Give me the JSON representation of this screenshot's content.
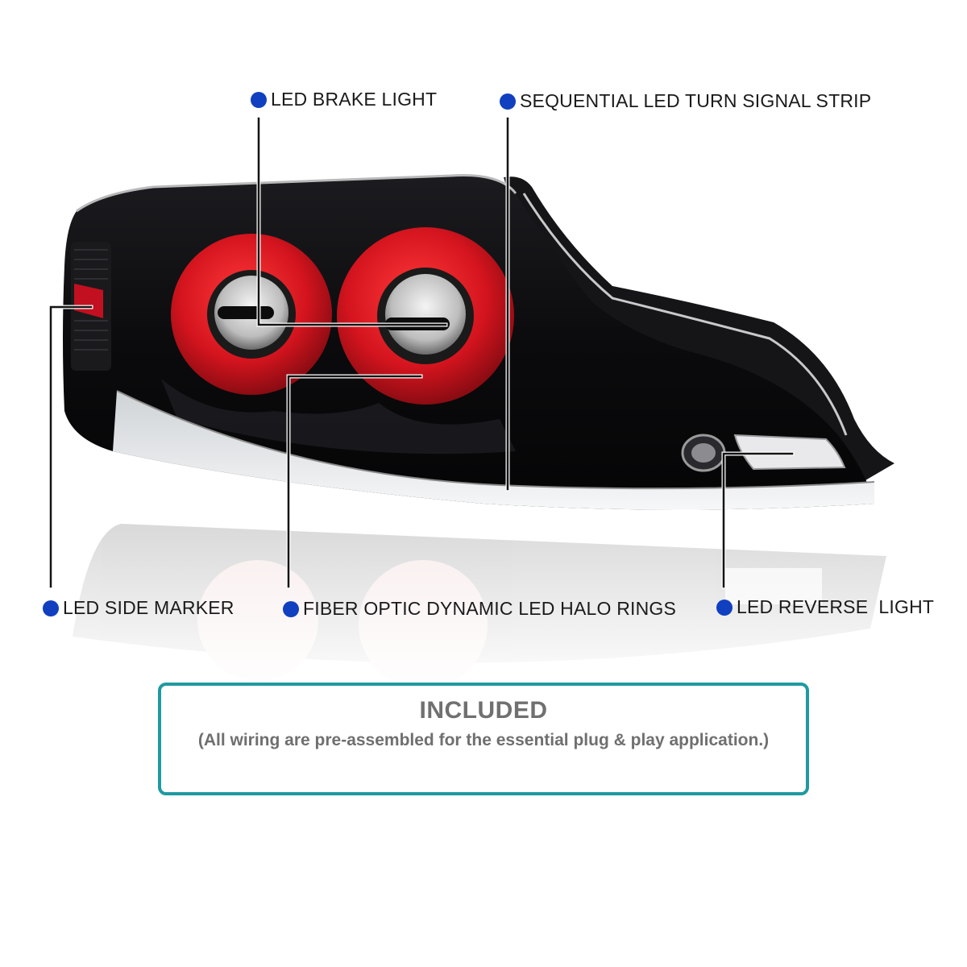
{
  "callouts": {
    "brake": "LED BRAKE LIGHT",
    "turn": "SEQUENTIAL LED TURN SIGNAL STRIP",
    "side": "LED SIDE MARKER",
    "halo": "FIBER OPTIC DYNAMIC LED HALO RINGS",
    "reverse": "LED REVERSE  LIGHT"
  },
  "included": {
    "title": "INCLUDED",
    "note": "(All wiring are pre-assembled for the essential plug & play application.)"
  },
  "colors": {
    "bullet": "#1040c0",
    "box_border": "#1f9aa0",
    "lens_red": "#d4141e",
    "housing": "#0d0d0f"
  },
  "icons": {
    "bullet": "blue-dot-bullet"
  }
}
